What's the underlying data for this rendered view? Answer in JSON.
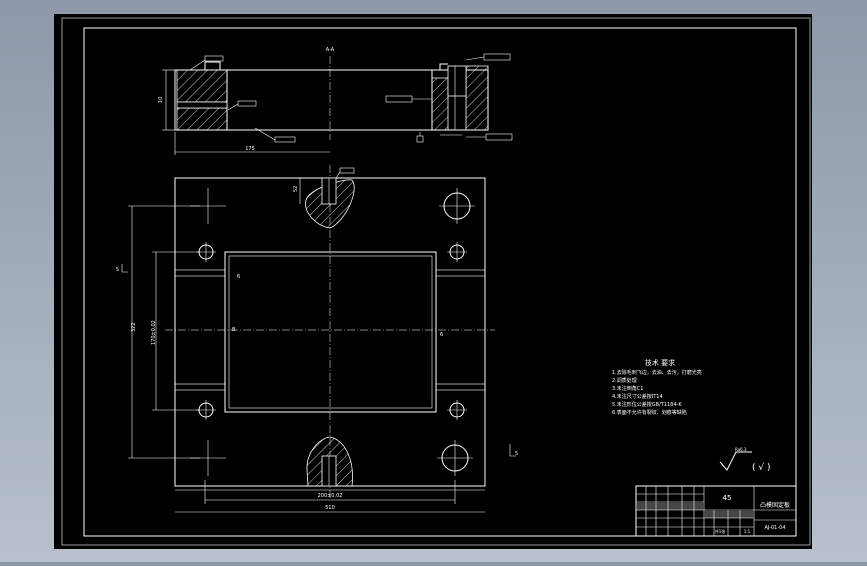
{
  "drawing": {
    "background_color": "#000000",
    "line_color": "#ffffff",
    "top_view_label": "A-A",
    "dim_top_height": "10",
    "dim_top_length": "175",
    "dim_plan_width": "510",
    "dim_plan_height": "322",
    "dim_plan_inner": "170±0.02",
    "dim_center_hole": "52",
    "dim_bottom": "200±0.02",
    "section_label": "B",
    "section_mark_left": "5",
    "section_mark_right": "5",
    "hole_label_1": "6",
    "hole_label_2": "6"
  },
  "tech_requirements": {
    "title": "技术 要求",
    "lines": [
      "1.去除毛刺飞边，去油、去污，打磨光亮",
      "2.调质处理",
      "3.未注倒角C1",
      "4.未注尺寸公差按IT14",
      "5.未注形位公差按GB/T1184-K",
      "6.表面不允许有裂纹、划痕等缺陷"
    ]
  },
  "surface_finish": "( √ )",
  "surface_finish_value": "Ra6.3",
  "title_block": {
    "material": "45",
    "part_name": "凸模固定板",
    "drawing_no": "AJ-01-04",
    "scale": "1:1",
    "sheet": "共1张"
  }
}
